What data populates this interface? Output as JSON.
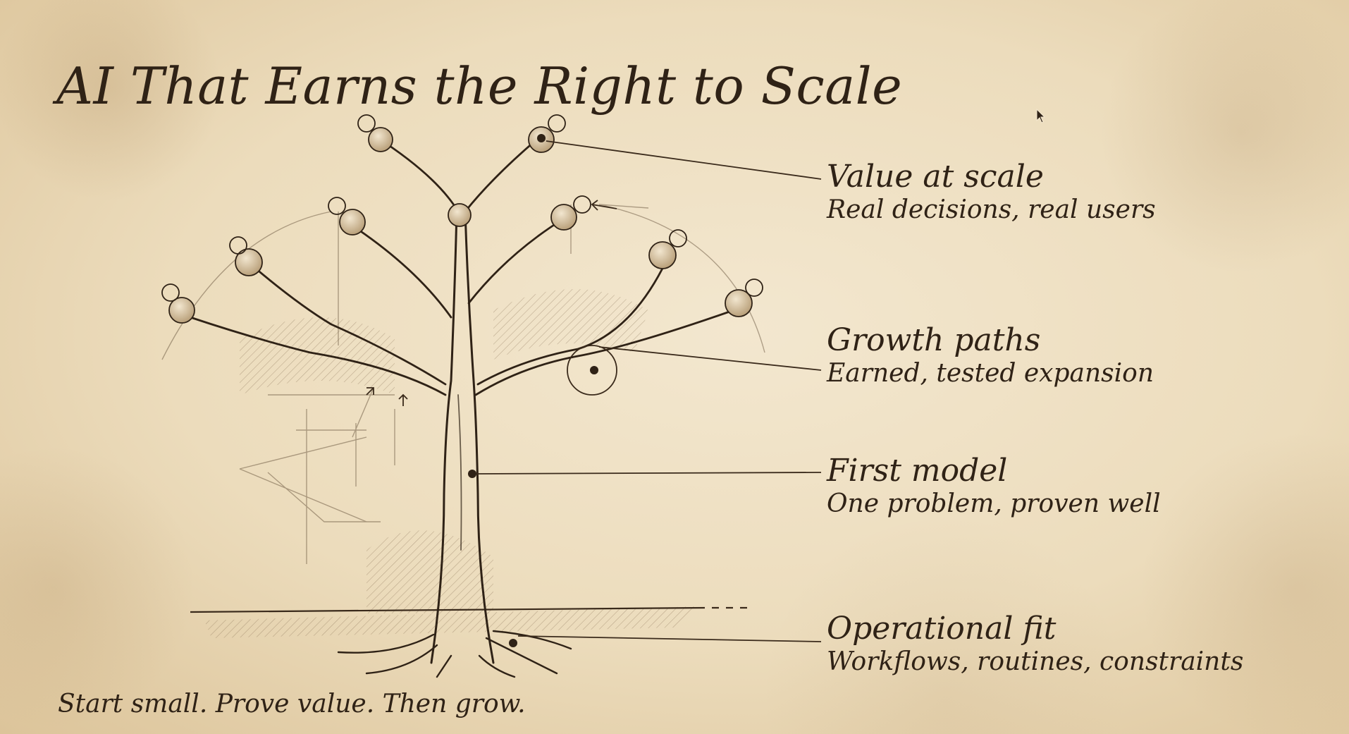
{
  "title": "AI That Earns the Right to Scale",
  "tagline": "Start small. Prove value. Then grow.",
  "labels": [
    {
      "heading": "Value at scale",
      "subtitle": "Real decisions, real users"
    },
    {
      "heading": "Growth paths",
      "subtitle": "Earned, tested expansion"
    },
    {
      "heading": "First model",
      "subtitle": "One problem, proven well"
    },
    {
      "heading": "Operational fit",
      "subtitle": "Workflows, routines, constraints"
    }
  ],
  "colors": {
    "ink": "#2f2216",
    "paper": "#ecdcbc"
  },
  "icons": [
    "tree-illustration-icon",
    "mouse-cursor-icon"
  ]
}
